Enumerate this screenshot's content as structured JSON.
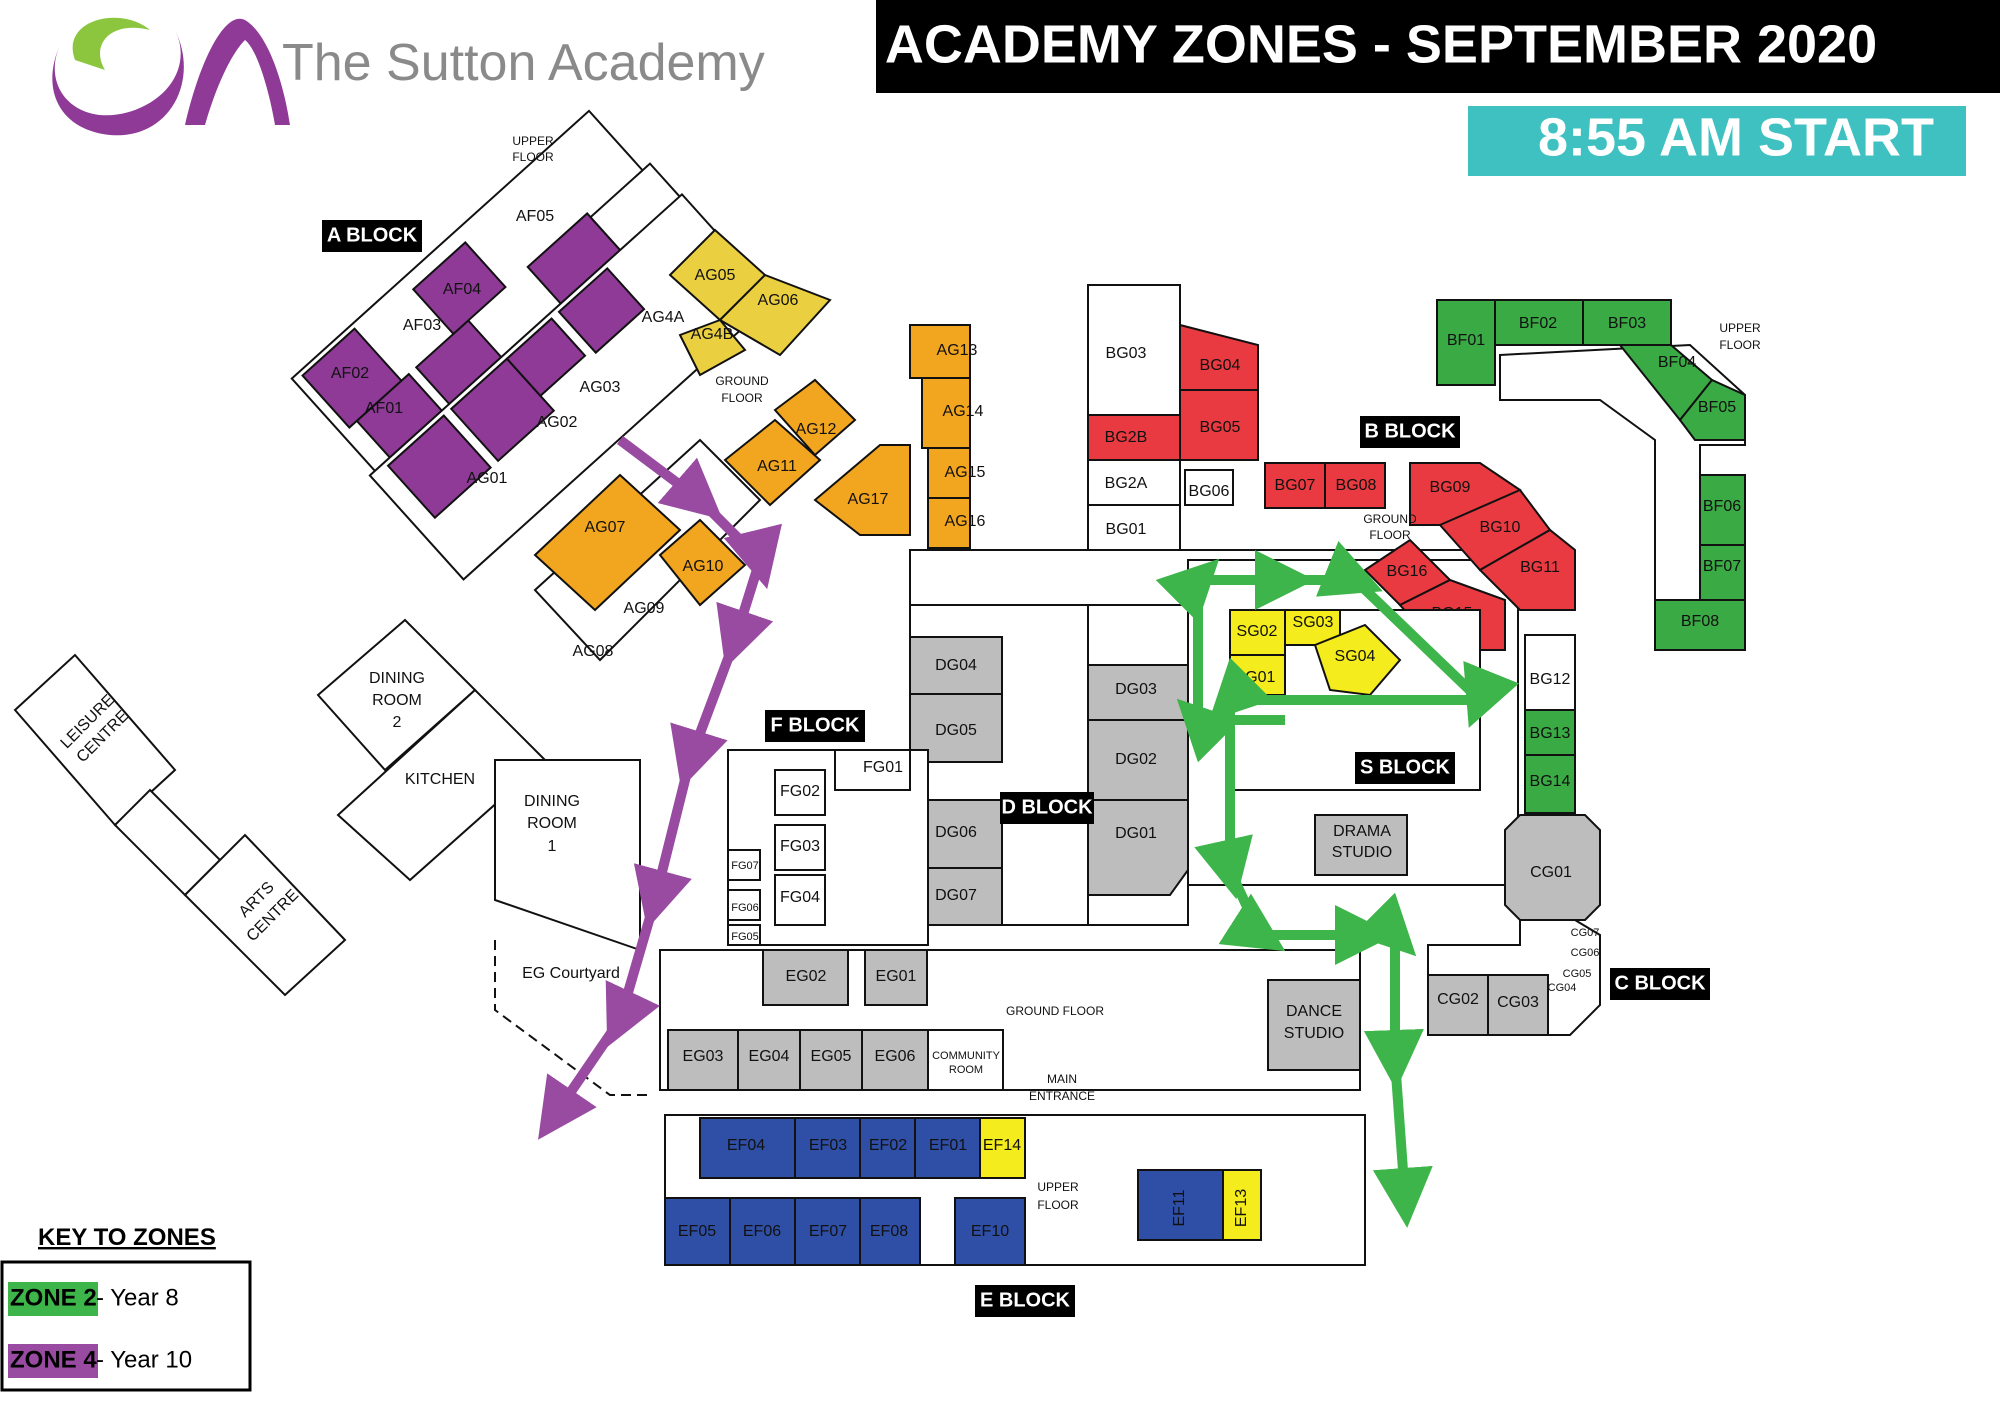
{
  "header": {
    "logo_name": "The Sutton Academy",
    "title": "ACADEMY ZONES - SEPTEMBER 2020",
    "start_time": "8:55 AM START"
  },
  "colors": {
    "purple": "#8e3a96",
    "orange": "#f2a51e",
    "gold": "#ead040",
    "red": "#e83a40",
    "green": "#3aaa44",
    "grey": "#bdbdbd",
    "yellow": "#f4ec1c",
    "blue": "#2f4fa6",
    "teal": "#3fc1c2",
    "zone2_arrow": "#3db54a",
    "zone4_arrow": "#984ba0"
  },
  "blocks": {
    "a": "A BLOCK",
    "b": "B BLOCK",
    "c": "C BLOCK",
    "d": "D BLOCK",
    "e": "E BLOCK",
    "f": "F BLOCK",
    "s": "S BLOCK"
  },
  "floor_labels": {
    "a_upper_1": "UPPER",
    "a_upper_2": "FLOOR",
    "a_ground_1": "GROUND",
    "a_ground_2": "FLOOR",
    "b_upper_1": "UPPER",
    "b_upper_2": "FLOOR",
    "b_ground_1": "GROUND",
    "b_ground_2": "FLOOR",
    "e_ground": "GROUND FLOOR",
    "e_upper_1": "UPPER",
    "e_upper_2": "FLOOR",
    "main_1": "MAIN",
    "main_2": "ENTRANCE"
  },
  "places": {
    "dining2_1": "DINING",
    "dining2_2": "ROOM",
    "dining2_3": "2",
    "kitchen": "KITCHEN",
    "dining1_1": "DINING",
    "dining1_2": "ROOM",
    "dining1_3": "1",
    "leisure_1": "LEISURE",
    "leisure_2": "CENTRE",
    "arts_1": "ARTS",
    "arts_2": "CENTRE",
    "courtyard": "EG Courtyard",
    "drama_1": "DRAMA",
    "drama_2": "STUDIO",
    "dance_1": "DANCE",
    "dance_2": "STUDIO",
    "community_1": "COMMUNITY",
    "community_2": "ROOM"
  },
  "rooms": {
    "AF05": "AF05",
    "AF04": "AF04",
    "AF03": "AF03",
    "AF02": "AF02",
    "AF01": "AF01",
    "AG05": "AG05",
    "AG06": "AG06",
    "AG4A": "AG4A",
    "AG4B": "AG4B",
    "AG03": "AG03",
    "AG02": "AG02",
    "AG01": "AG01",
    "AG07": "AG07",
    "AG10": "AG10",
    "AG09": "AG09",
    "AG08": "AG08",
    "AG11": "AG11",
    "AG12": "AG12",
    "AG13": "AG13",
    "AG14": "AG14",
    "AG15": "AG15",
    "AG16": "AG16",
    "AG17": "AG17",
    "BG03": "BG03",
    "BG04": "BG04",
    "BG05": "BG05",
    "BG2B": "BG2B",
    "BG2A": "BG2A",
    "BG01": "BG01",
    "BG06": "BG06",
    "BG07": "BG07",
    "BG08": "BG08",
    "BG09": "BG09",
    "BG10": "BG10",
    "BG11": "BG11",
    "BG16": "BG16",
    "BG15": "BG15",
    "BG12": "BG12",
    "BG13": "BG13",
    "BG14": "BG14",
    "BF01": "BF01",
    "BF02": "BF02",
    "BF03": "BF03",
    "BF04": "BF04",
    "BF05": "BF05",
    "BF06": "BF06",
    "BF07": "BF07",
    "BF08": "BF08",
    "SG01": "SG01",
    "SG02": "SG02",
    "SG03": "SG03",
    "SG04": "SG04",
    "DG01": "DG01",
    "DG02": "DG02",
    "DG03": "DG03",
    "DG04": "DG04",
    "DG05": "DG05",
    "DG06": "DG06",
    "DG07": "DG07",
    "FG01": "FG01",
    "FG02": "FG02",
    "FG03": "FG03",
    "FG04": "FG04",
    "FG05": "FG05",
    "FG06": "FG06",
    "FG07": "FG07",
    "CG01": "CG01",
    "CG02": "CG02",
    "CG03": "CG03",
    "CG04": "CG04",
    "CG05": "CG05",
    "CG06": "CG06",
    "CG07": "CG07",
    "EG01": "EG01",
    "EG02": "EG02",
    "EG03": "EG03",
    "EG04": "EG04",
    "EG05": "EG05",
    "EG06": "EG06",
    "EF01": "EF01",
    "EF02": "EF02",
    "EF03": "EF03",
    "EF04": "EF04",
    "EF05": "EF05",
    "EF06": "EF06",
    "EF07": "EF07",
    "EF08": "EF08",
    "EF10": "EF10",
    "EF11": "EF11",
    "EF13": "EF13",
    "EF14": "EF14"
  },
  "key": {
    "title": "KEY TO ZONES",
    "items": [
      {
        "zone": "ZONE 2",
        "desc": " - Year 8",
        "color": "#3db54a"
      },
      {
        "zone": "ZONE 4",
        "desc": " - Year 10",
        "color": "#984ba0"
      }
    ]
  }
}
